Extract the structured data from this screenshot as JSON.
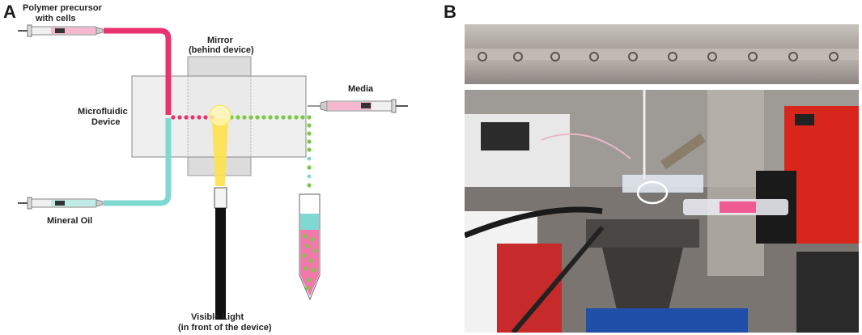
{
  "panels": {
    "a_letter": "A",
    "b_letter": "B"
  },
  "labels": {
    "polymer_precursor_line1": "Polymer precursor",
    "polymer_precursor_line2": "with cells",
    "mirror_line1": "Mirror",
    "mirror_line2": "(behind device)",
    "media": "Media",
    "microfluidic_line1": "Microfluidic",
    "microfluidic_line2": "Device",
    "mineral_oil": "Mineral Oil",
    "visible_light_line1": "Visible Light",
    "visible_light_line2": "(in front of the device)"
  },
  "colors": {
    "polymer_pink": "#e8336e",
    "oil_cyan": "#7fd8d2",
    "droplet_green": "#7ac943",
    "light_yellow": "#ffe14d",
    "device_gray": "#e9e9e9",
    "media_pink": "#f6b8cf"
  },
  "photos": {
    "top": "microchannel-close-up-photo",
    "bottom": "setup-photo"
  }
}
